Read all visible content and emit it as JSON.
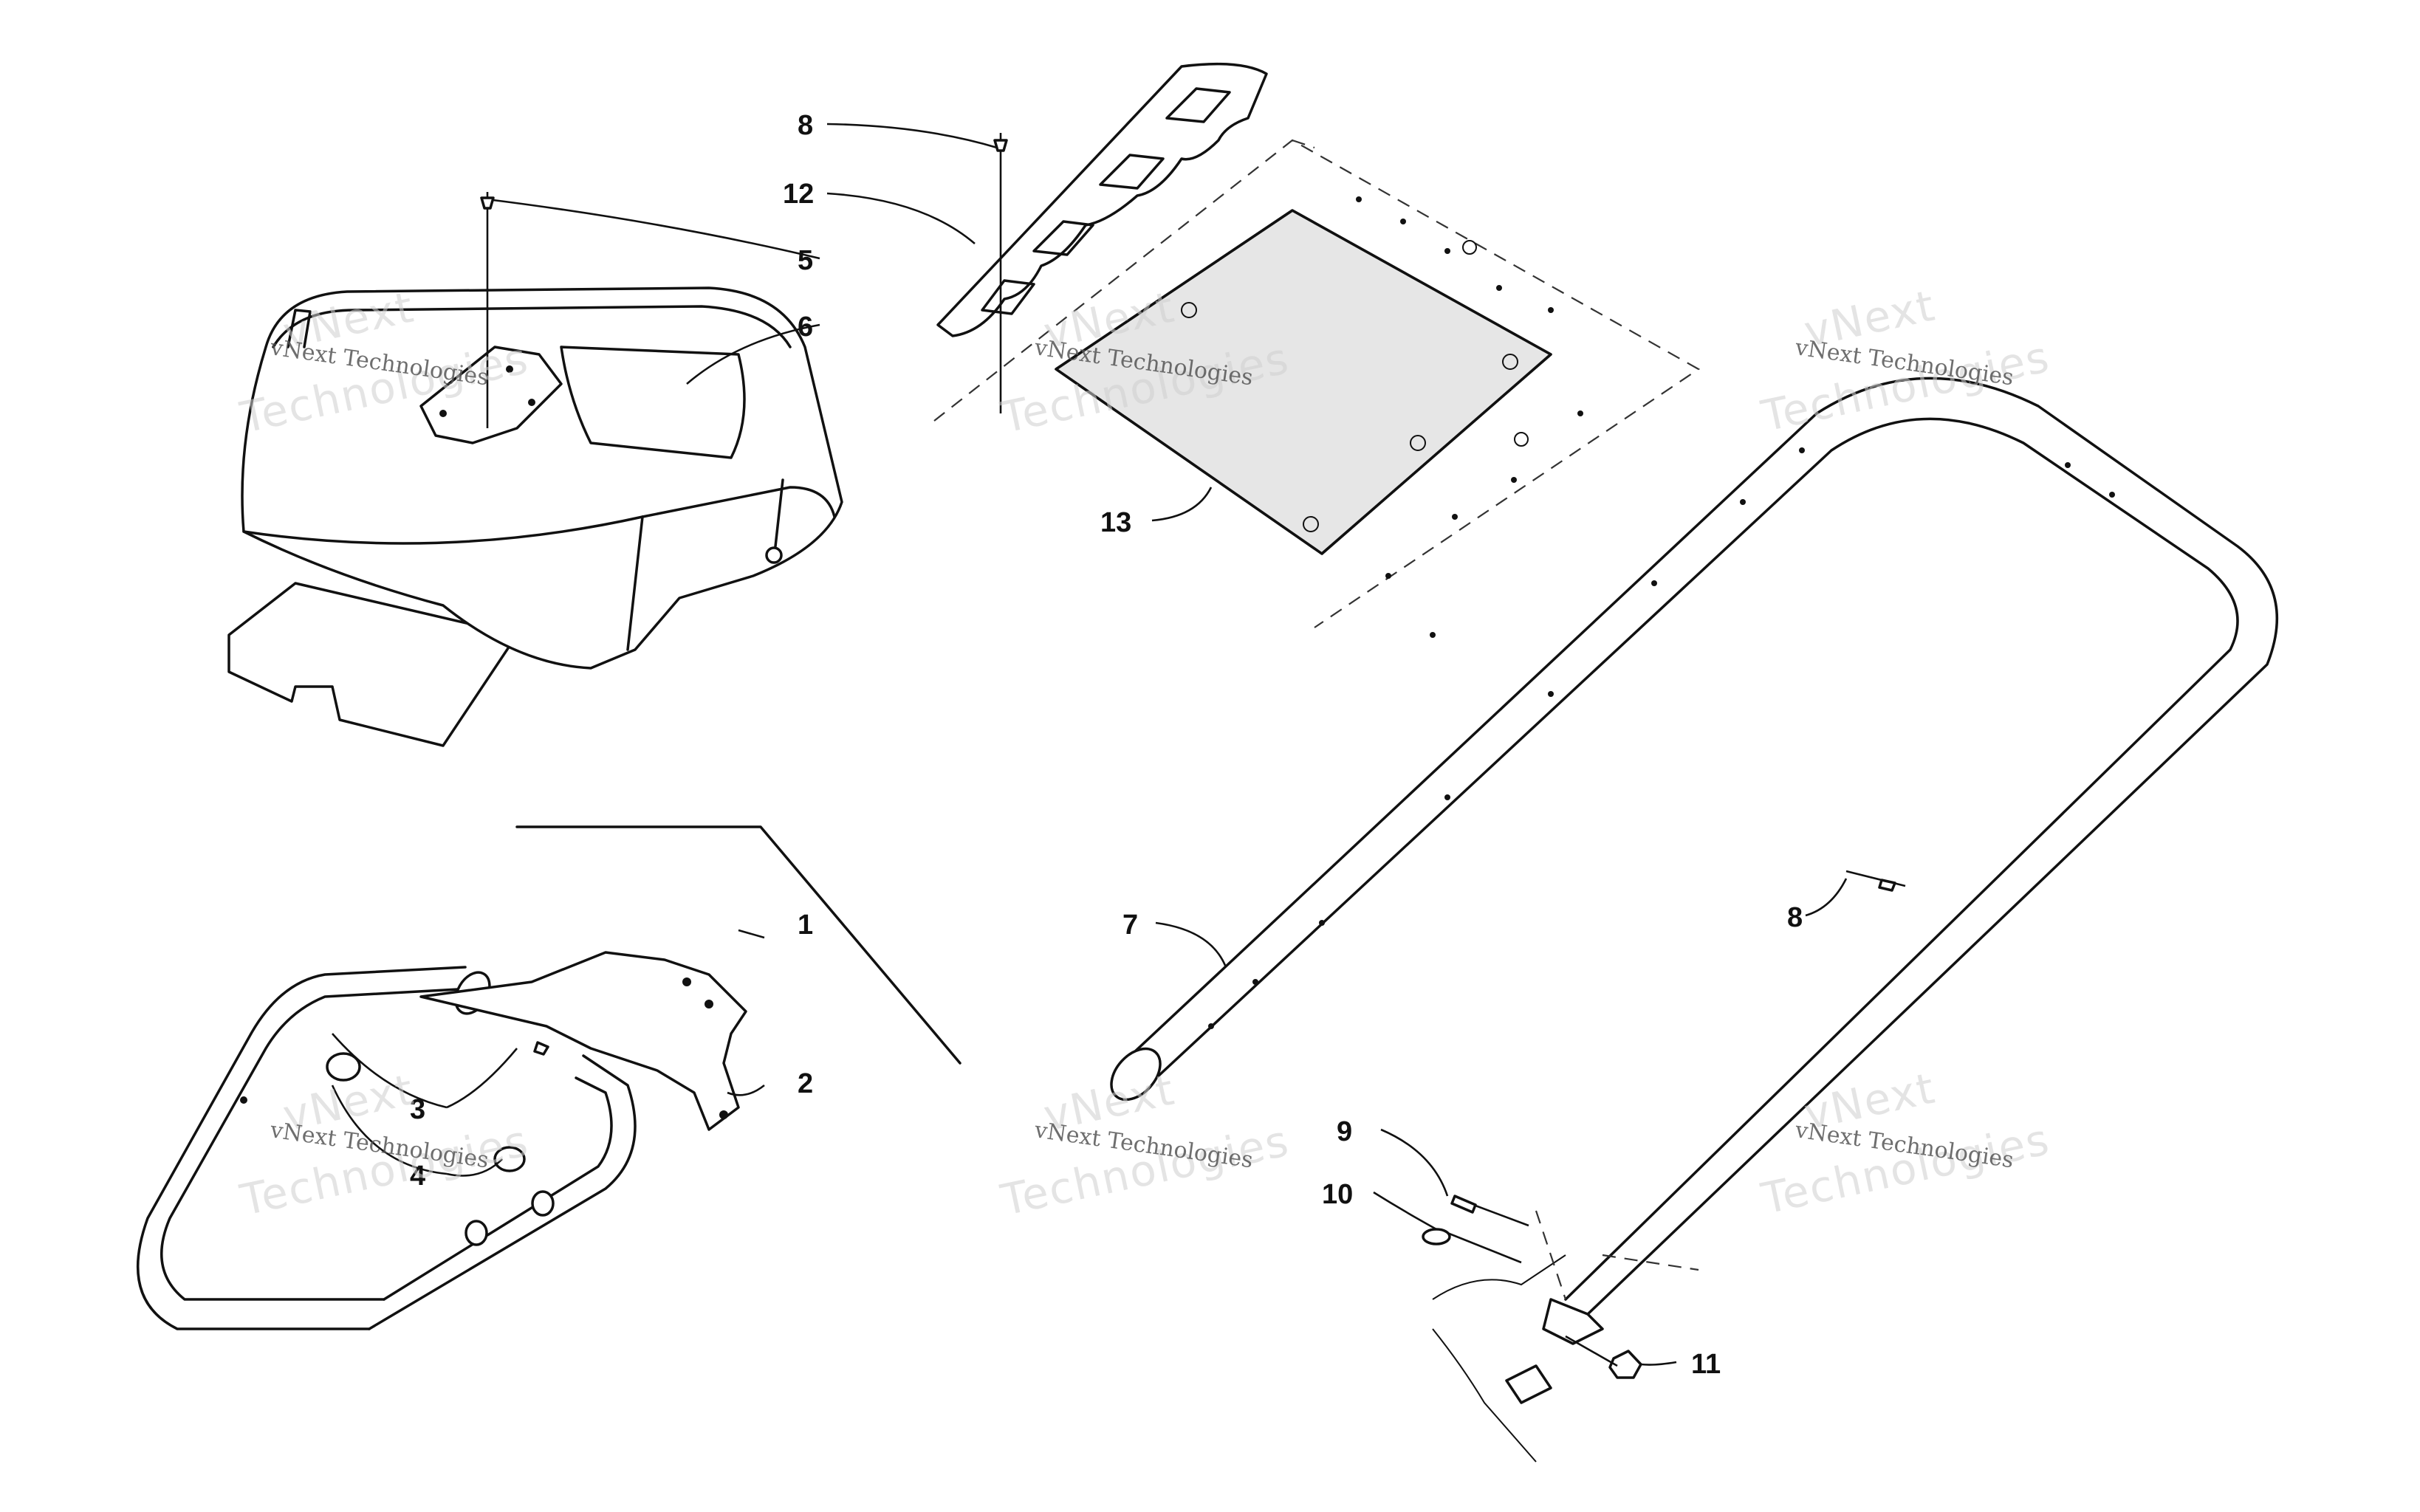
{
  "callouts": {
    "c1": "1",
    "c2": "2",
    "c3": "3",
    "c4": "4",
    "c5": "5",
    "c6": "6",
    "c7": "7",
    "c8a": "8",
    "c8b": "8",
    "c9": "9",
    "c10": "10",
    "c11": "11",
    "c12": "12",
    "c13": "13"
  },
  "watermark": {
    "line_top": "vNext Technologies",
    "line_a": "vNext",
    "line_b": "Technologies"
  }
}
